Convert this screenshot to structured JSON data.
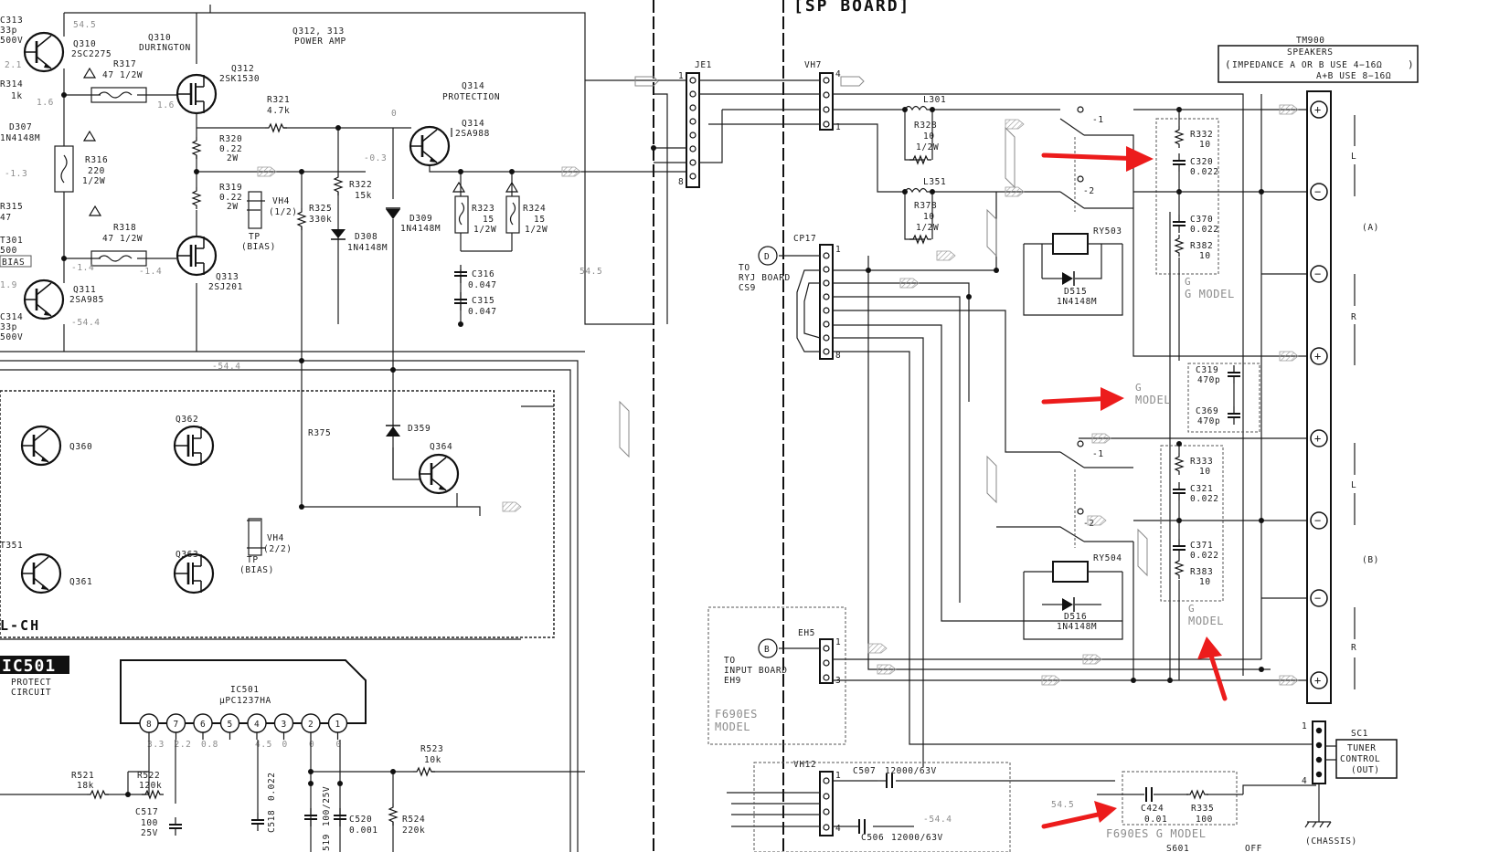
{
  "header": {
    "board_title": "[SP BOARD]"
  },
  "amp": {
    "q310_ref": "Q310",
    "q310_type": "DURINGTON",
    "q312_313_ref": "Q312, 313",
    "q312_313_type": "POWER AMP",
    "q314_ref": "Q314",
    "q314_type": "PROTECTION",
    "q310_part": "2SC2275",
    "q312_ref": "Q312",
    "q312_part": "2SK1530",
    "q313_ref": "Q313",
    "q313_part": "2SJ201",
    "q311_ref": "Q311",
    "q311_part": "2SA985",
    "q314_part": "2SA988",
    "c313": "C313",
    "c313_val1": "33p",
    "c313_val2": "500V",
    "c314": "C314",
    "c314_val1": "33p",
    "c314_val2": "500V",
    "r314": "R314",
    "r314_val": "1k",
    "r317": "R317",
    "r317_val": "47  1/2W",
    "r318": "R318",
    "r318_val": "47  1/2W",
    "d307": "D307",
    "d307_part": "1N4148M",
    "r316": "R316",
    "r316_val1": "220",
    "r316_val2": "1/2W",
    "r321": "R321",
    "r321_val": "4.7k",
    "r320": "R320",
    "r320_val1": "0.22",
    "r320_val2": "2W",
    "r319": "R319",
    "r319_val1": "0.22",
    "r319_val2": "2W",
    "vh4_a": "VH4",
    "vh4_a_sub": "(1/2)",
    "tp_a": "TP",
    "tp_a_sub": "(BIAS)",
    "vh4_b": "VH4",
    "vh4_b_sub": "(2/2)",
    "tp_b": "TP",
    "tp_b_sub": "(BIAS)",
    "r325": "R325",
    "r325_val": "330k",
    "r322": "R322",
    "r322_val": "15k",
    "d308": "D308",
    "d308_part": "1N4148M",
    "d309": "D309",
    "d309_part": "1N4148M",
    "r323": "R323",
    "r323_val1": "15",
    "r323_val2": "1/2W",
    "r324": "R324",
    "r324_val1": "15",
    "r324_val2": "1/2W",
    "c316": "C316",
    "c316_val": "0.047",
    "c315": "C315",
    "c315_val": "0.047",
    "r375": "R375",
    "d359": "D359",
    "q364": "Q364",
    "q360": "Q360",
    "q361": "Q361",
    "q362": "Q362",
    "q363": "Q363",
    "t351": "T351",
    "t301": "T301",
    "t301_val": "500",
    "bias_box": "BIAS",
    "r315": "R315",
    "r315_val": "47",
    "v_pos": "54.5",
    "v_pos_mid": "54.5",
    "v_neg": "-54.4",
    "v_neg_q": "-54.4",
    "v_m03": "-0.3",
    "v_p0": "0",
    "v_p1_6": "1.6",
    "v_m1_3": "-1.3",
    "v_m1_4": "-1.4",
    "v_p1_6b": "1.6",
    "v_p2_1": "2.1",
    "v_m1_4b": "-1.4",
    "v_m1_9": "1.9",
    "lch_label": "L-CH"
  },
  "protect": {
    "ic_badge": "IC501",
    "ic_desc1": "PROTECT",
    "ic_desc2": "CIRCUIT",
    "ic_ref": "IC501",
    "ic_part": "μPC1237HA",
    "pins": [
      "8",
      "7",
      "6",
      "5",
      "4",
      "3",
      "2",
      "1"
    ],
    "pin_volts": [
      "3.3",
      "2.2",
      "0.8",
      "",
      "4.5",
      "0",
      "0",
      "0"
    ],
    "r521": "R521",
    "r521_val": "18k",
    "r522": "R522",
    "r522_val": "120k",
    "r523": "R523",
    "r523_val": "10k",
    "r524": "R524",
    "r524_val": "220k",
    "c517": "C517",
    "c517_val1": "100",
    "c517_val2": "25V",
    "c518": "C518",
    "c518_val": "0.022",
    "c519": "519",
    "c519_val": "100/25V",
    "c520": "C520",
    "c520_val": "0.001"
  },
  "connectors": {
    "je1": "JE1",
    "vh7": "VH7",
    "cp17": "CP17",
    "eh5": "EH5",
    "vh12": "VH12",
    "sc1": "SC1",
    "to_ryj": [
      "TO",
      "RYJ BOARD",
      "CS9"
    ],
    "to_input": [
      "TO",
      "INPUT BOARD",
      "EH9"
    ],
    "marker_d": "D",
    "marker_b": "B"
  },
  "speaker_section": {
    "l301": "L301",
    "r328": "R328",
    "r328_val1": "10",
    "r328_val2": "1/2W",
    "l351": "L351",
    "r378": "R378",
    "r378_val1": "10",
    "r378_val2": "1/2W",
    "ry503": "RY503",
    "d515": "D515",
    "d515_part": "1N4148M",
    "ry504": "RY504",
    "d516": "D516",
    "d516_part": "1N4148M",
    "r332": "R332",
    "r332_val": "10",
    "c320": "C320",
    "c320_val": "0.022",
    "c370": "C370",
    "c370_val": "0.022",
    "r382": "R382",
    "r382_val": "10",
    "c319": "C319",
    "c319_val": "470p",
    "c369": "C369",
    "c369_val": "470p",
    "r333": "R333",
    "r333_val": "10",
    "c321": "C321",
    "c321_val": "0.022",
    "c371": "C371",
    "c371_val": "0.022",
    "r383": "R383",
    "r383_val": "10",
    "c507": "C507",
    "c507_val": "12000/63V",
    "c506": "C506",
    "c506_val": "12000/63V",
    "c424": "C424",
    "c424_val": "0.01",
    "r335": "R335",
    "r335_val": "100",
    "v_neg": "-54.4",
    "v_pos": "54.5",
    "sw_minus1": "-1",
    "sw_minus2": "-2"
  },
  "terminal": {
    "ref": "TM900",
    "title": "SPEAKERS",
    "impedance_line1": "IMPEDANCE  A  OR  B  USE  4−16Ω",
    "impedance_line2": "A+B  USE  8−16Ω",
    "group_a": "(A)",
    "group_b": "(B)",
    "l": "L",
    "r": "R",
    "terminals": [
      "+",
      "−",
      "−",
      "+",
      "+",
      "−",
      "−",
      "+"
    ]
  },
  "tuner": {
    "label1": "TUNER",
    "label2": "CONTROL",
    "label3": "(OUT)",
    "chassis": "(CHASSIS)",
    "s601": "S601",
    "off": "OFF"
  },
  "models": {
    "g_model_a": "G  MODEL",
    "g_model_mid": "MODEL",
    "g_mid_g": "G",
    "g_model_b": "MODEL",
    "g_b_g": "G",
    "f690es": "F690ES",
    "f690es_model": "MODEL",
    "f690es_g": "F690ES  G  MODEL"
  },
  "pin_numbers": {
    "je1_top": "1",
    "je1_bot": "8",
    "vh7_top": "4",
    "vh7_bot": "1",
    "cp17_top": "1",
    "cp17_bot": "8",
    "eh5_top": "1",
    "eh5_bot": "3",
    "vh12_top": "1",
    "vh12_bot": "4",
    "sc1_top": "1",
    "sc1_bot": "4"
  }
}
